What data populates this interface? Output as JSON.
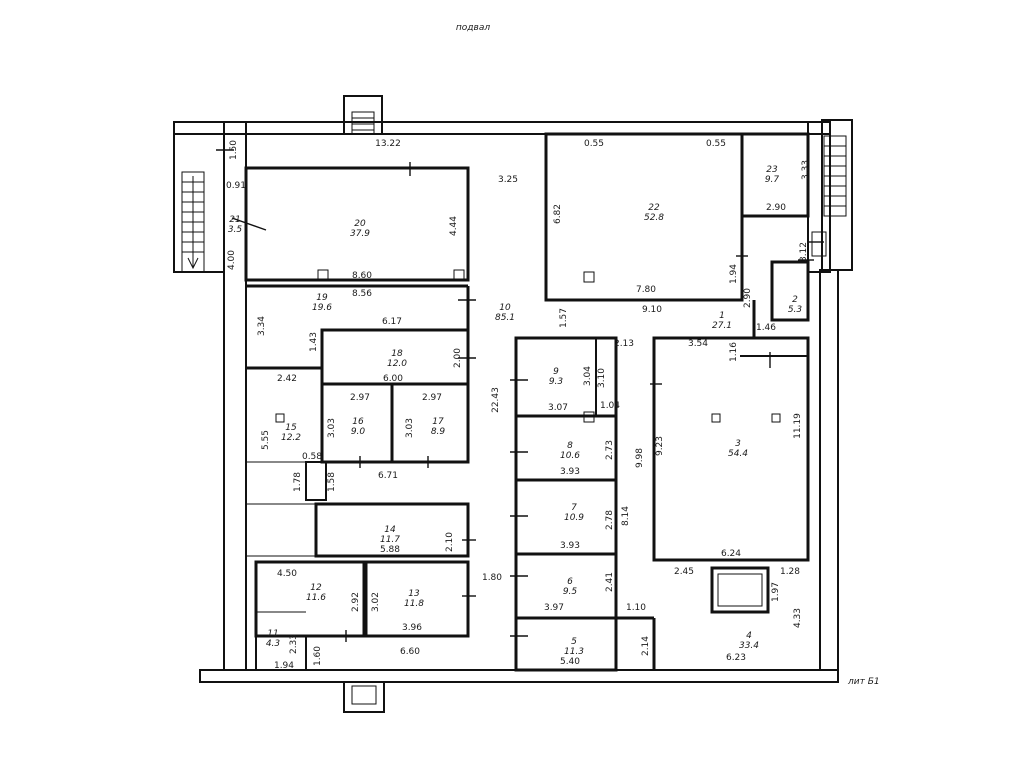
{
  "floor_label": "подвал",
  "building_label": "лит Б1",
  "rooms": [
    {
      "id": "r1",
      "number": "1",
      "area": "27.1"
    },
    {
      "id": "r2",
      "number": "2",
      "area": "5.3"
    },
    {
      "id": "r3",
      "number": "3",
      "area": "54.4"
    },
    {
      "id": "r4",
      "number": "4",
      "area": "33.4"
    },
    {
      "id": "r5",
      "number": "5",
      "area": "11.3"
    },
    {
      "id": "r6",
      "number": "6",
      "area": "9.5"
    },
    {
      "id": "r7",
      "number": "7",
      "area": "10.9"
    },
    {
      "id": "r8",
      "number": "8",
      "area": "10.6"
    },
    {
      "id": "r9",
      "number": "9",
      "area": "9.3"
    },
    {
      "id": "r10",
      "number": "10",
      "area": "85.1"
    },
    {
      "id": "r11",
      "number": "11",
      "area": "4.3"
    },
    {
      "id": "r12",
      "number": "12",
      "area": "11.6"
    },
    {
      "id": "r13",
      "number": "13",
      "area": "11.8"
    },
    {
      "id": "r14",
      "number": "14",
      "area": "11.7"
    },
    {
      "id": "r15",
      "number": "15",
      "area": "12.2"
    },
    {
      "id": "r16",
      "number": "16",
      "area": "9.0"
    },
    {
      "id": "r17",
      "number": "17",
      "area": "8.9"
    },
    {
      "id": "r18",
      "number": "18",
      "area": "12.0"
    },
    {
      "id": "r19",
      "number": "19",
      "area": "19.6"
    },
    {
      "id": "r20",
      "number": "20",
      "area": "37.9"
    },
    {
      "id": "r21",
      "number": "21",
      "area": "3.5"
    },
    {
      "id": "r22",
      "number": "22",
      "area": "52.8"
    },
    {
      "id": "r23",
      "number": "23",
      "area": "9.7"
    }
  ],
  "dimensions": [
    "13.22",
    "1.50",
    "0.91",
    "4.00",
    "3.25",
    "0.55",
    "0.55",
    "3.33",
    "6.82",
    "2.90",
    "3.12",
    "4.44",
    "8.60",
    "8.56",
    "1.94",
    "7.80",
    "2.90",
    "9.10",
    "1.57",
    "3.34",
    "6.17",
    "1.43",
    "2.00",
    "6.00",
    "1.46",
    "2.13",
    "3.54",
    "1.16",
    "2.42",
    "3.04",
    "3.10",
    "3.07",
    "1.04",
    "2.97",
    "2.97",
    "3.03",
    "3.03",
    "5.55",
    "0.58",
    "6.71",
    "22.43",
    "2.73",
    "3.93",
    "9.98",
    "9.23",
    "11.19",
    "1.78",
    "1.58",
    "2.78",
    "8.14",
    "3.93",
    "2.10",
    "5.88",
    "6.24",
    "1.80",
    "2.45",
    "1.28",
    "4.50",
    "2.41",
    "1.97",
    "2.92",
    "3.02",
    "3.97",
    "1.10",
    "2.33",
    "3.96",
    "2.14",
    "4.33",
    "1.60",
    "6.60",
    "5.40",
    "6.23",
    "1.94"
  ]
}
